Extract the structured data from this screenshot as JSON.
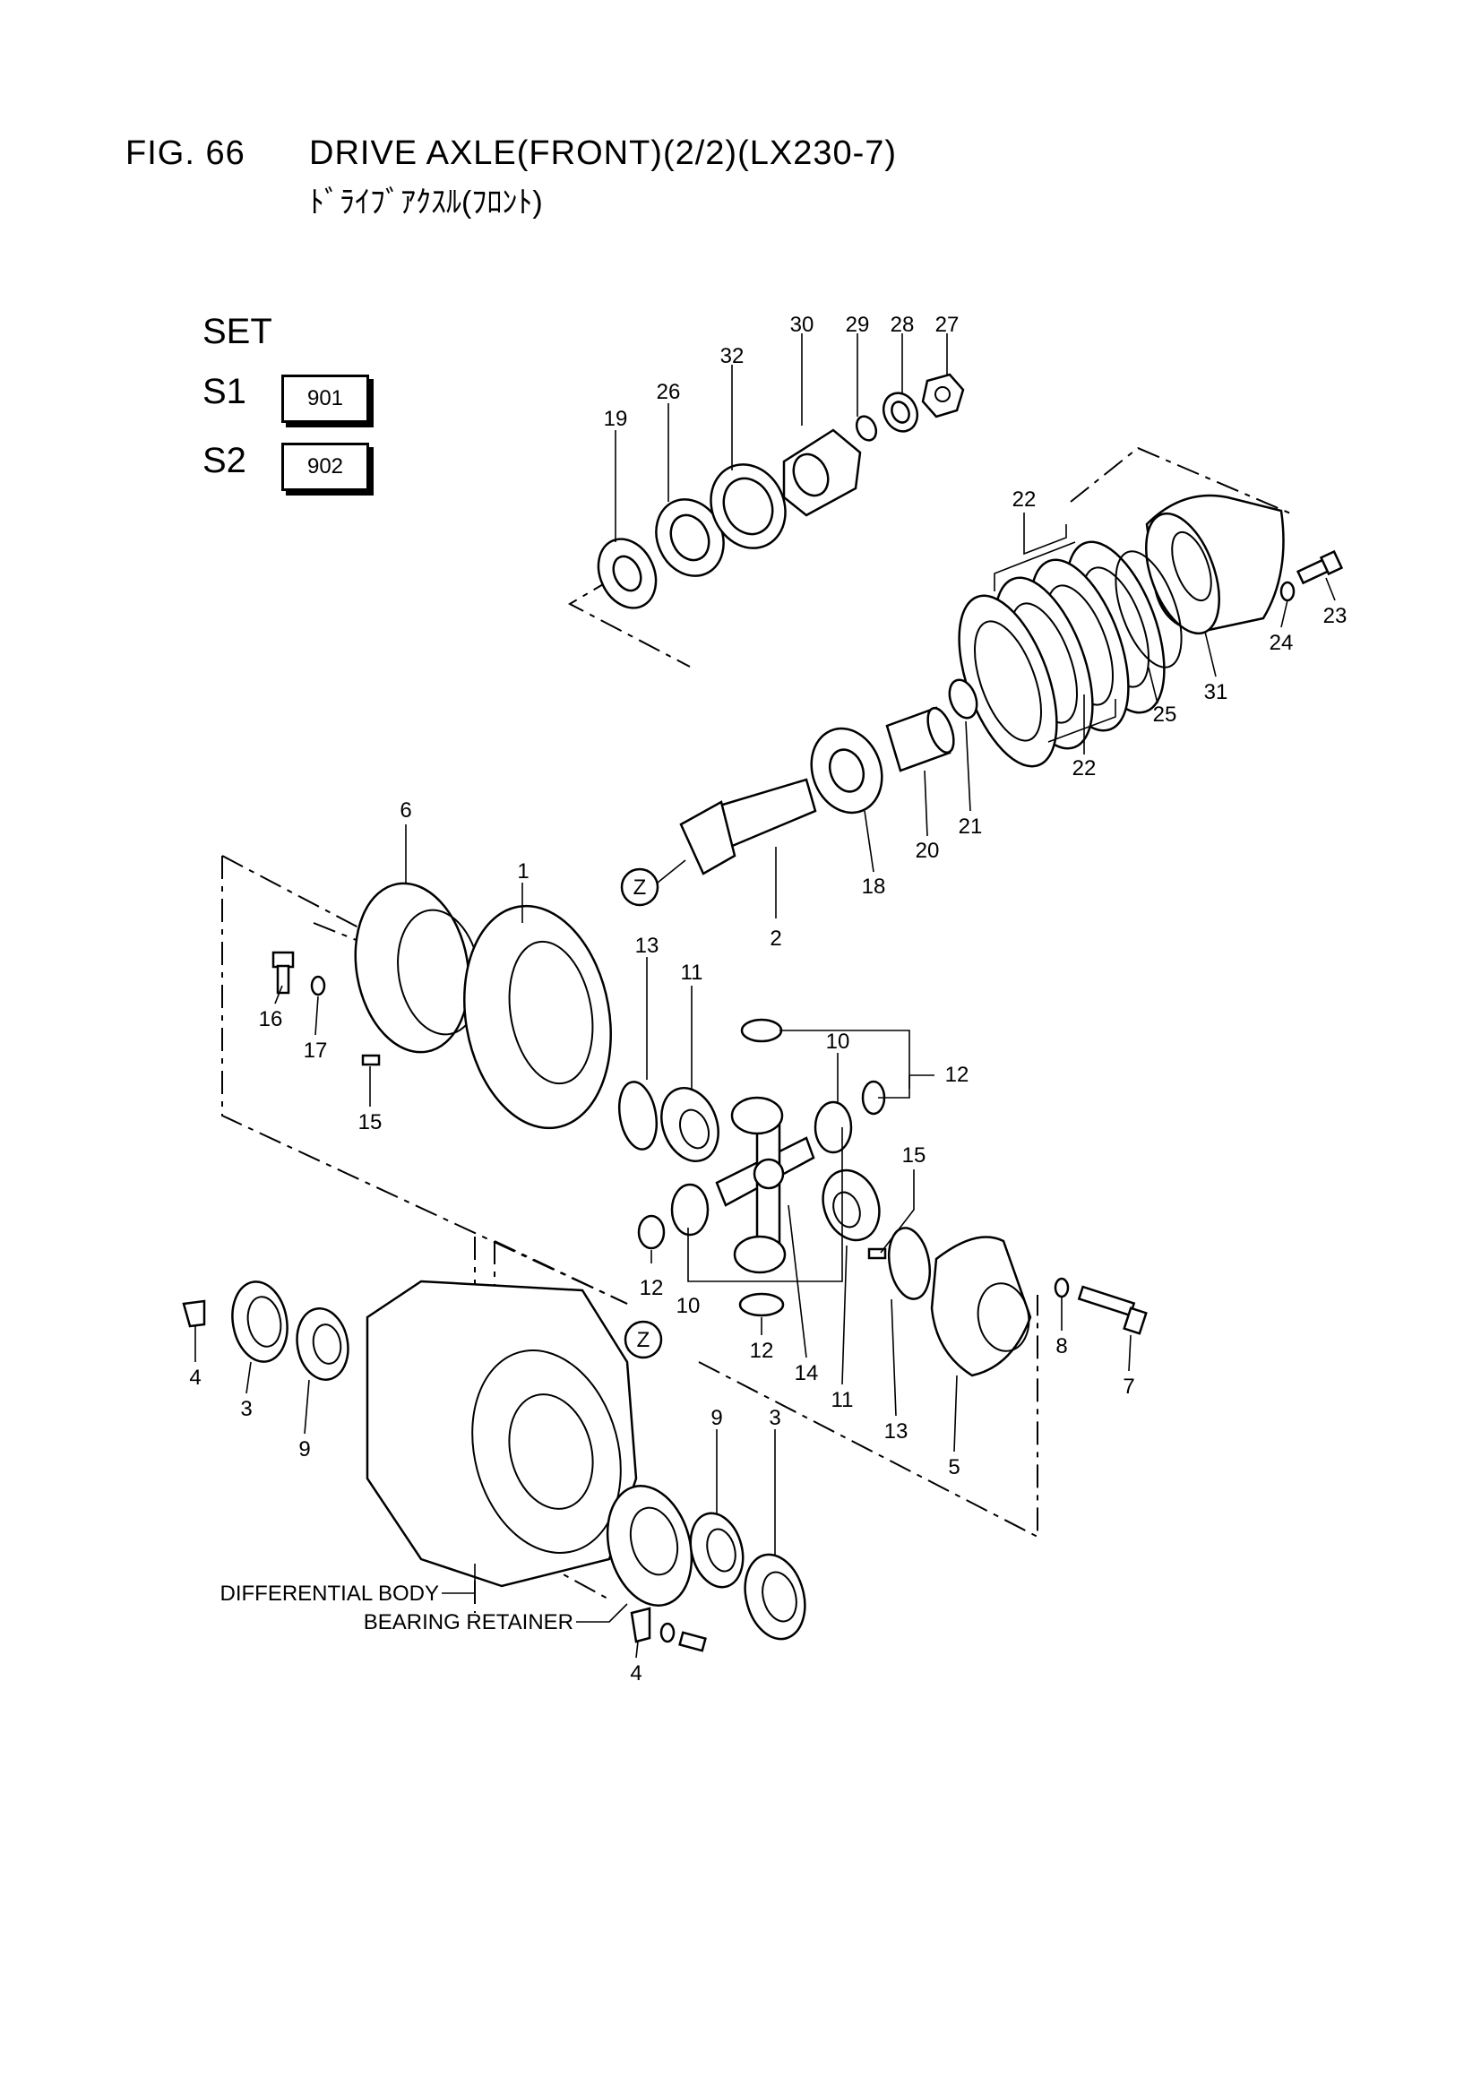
{
  "header": {
    "fig_no": "FIG. 66",
    "title": "DRIVE AXLE(FRONT)(2/2)(LX230-7)",
    "subtitle": "ﾄﾞﾗｲﾌﾞｱｸｽﾙ(ﾌﾛﾝﾄ)"
  },
  "set_legend": {
    "title": "SET",
    "rows": [
      {
        "label": "S1",
        "code": "901"
      },
      {
        "label": "S2",
        "code": "902"
      }
    ]
  },
  "parts": {
    "p1": "1",
    "p2": "2",
    "p3a": "3",
    "p3b": "3",
    "p4a": "4",
    "p4b": "4",
    "p5": "5",
    "p6": "6",
    "p7": "7",
    "p8": "8",
    "p9a": "9",
    "p9b": "9",
    "p10a": "10",
    "p10b": "10",
    "p11a": "11",
    "p11b": "11",
    "p12a": "12",
    "p12b": "12",
    "p12c": "12",
    "p13a": "13",
    "p13b": "13",
    "p14": "14",
    "p15a": "15",
    "p15b": "15",
    "p16": "16",
    "p17": "17",
    "p18": "18",
    "p19": "19",
    "p20": "20",
    "p21": "21",
    "p22a": "22",
    "p22b": "22",
    "p23": "23",
    "p24": "24",
    "p25": "25",
    "p26": "26",
    "p27": "27",
    "p28": "28",
    "p29": "29",
    "p30": "30",
    "p31": "31",
    "p32": "32"
  },
  "refs": {
    "z1": "Z",
    "z2": "Z"
  },
  "callouts": {
    "differential_body": "DIFFERENTIAL BODY",
    "bearing_retainer": "BEARING RETAINER"
  }
}
